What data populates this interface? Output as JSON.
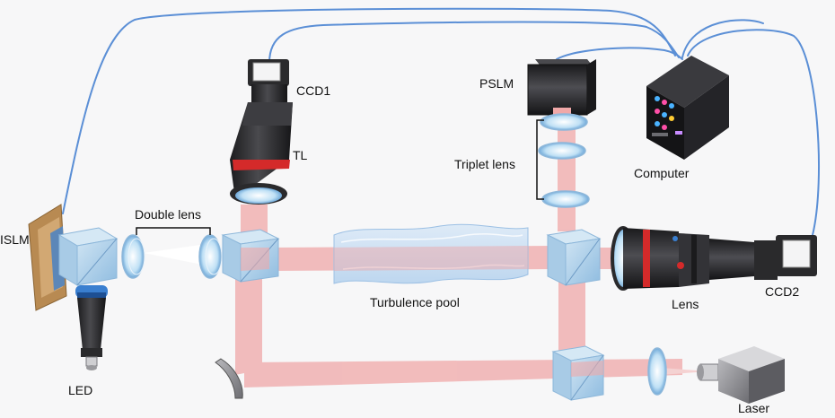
{
  "labels": {
    "islm": "ISLM",
    "led": "LED",
    "double_lens": "Double lens",
    "ccd1": "CCD1",
    "tl": "TL",
    "turbulence_pool": "Turbulence pool",
    "pslm": "PSLM",
    "triplet_lens": "Triplet lens",
    "computer": "Computer",
    "lens": "Lens",
    "ccd2": "CCD2",
    "laser": "Laser"
  },
  "colors": {
    "background": "#f7f7f8",
    "beam": "#f0a8a8",
    "cable": "#5b8fd6",
    "cube_glass": "#a9cde8",
    "slm_frame": "#b88a52",
    "camera_body": "#2a2a2c",
    "red_ring": "#d42a2a",
    "blue_ring": "#3a7fd0"
  }
}
